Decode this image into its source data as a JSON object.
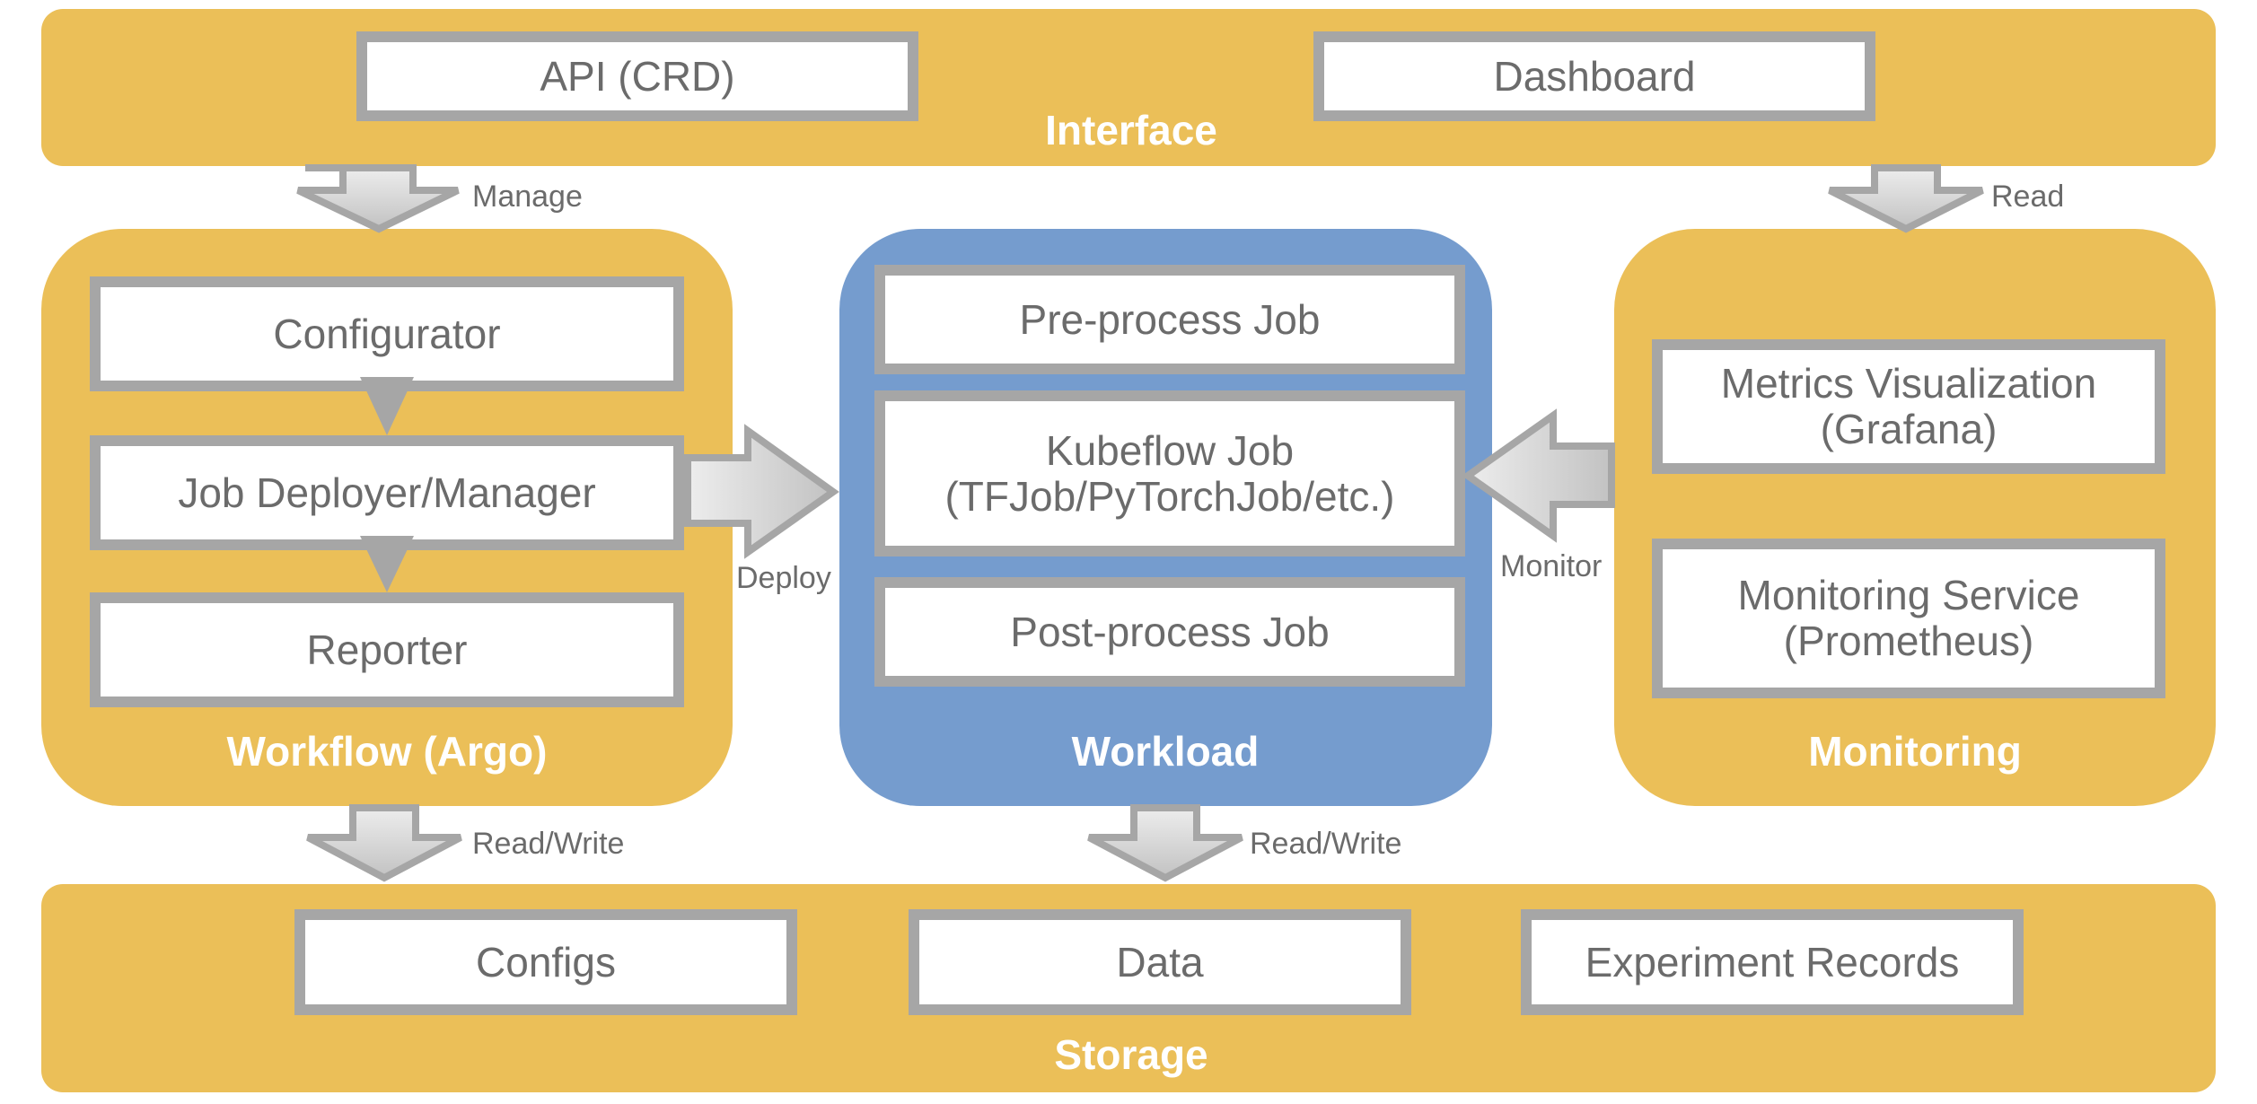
{
  "interface": {
    "title": "Interface",
    "api_label": "API (CRD)",
    "dashboard_label": "Dashboard"
  },
  "workflow": {
    "title": "Workflow (Argo)",
    "configurator": "Configurator",
    "deployer": "Job Deployer/Manager",
    "reporter": "Reporter"
  },
  "workload": {
    "title": "Workload",
    "preprocess": "Pre-process Job",
    "kubeflow": "Kubeflow Job\n(TFJob/PyTorchJob/etc.)",
    "postprocess": "Post-process Job"
  },
  "monitoring": {
    "title": "Monitoring",
    "metrics": "Metrics Visualization\n(Grafana)",
    "service": "Monitoring Service\n(Prometheus)"
  },
  "storage": {
    "title": "Storage",
    "configs": "Configs",
    "data": "Data",
    "records": "Experiment Records"
  },
  "arrows": {
    "manage": "Manage",
    "read": "Read",
    "deploy": "Deploy",
    "monitor": "Monitor",
    "workflow_rw": "Read/Write",
    "workload_rw": "Read/Write"
  },
  "colors": {
    "amber": "#ebbf58",
    "blue": "#759cce",
    "gray_border": "#a6a6a6",
    "text_gray": "#6b6b6b"
  }
}
